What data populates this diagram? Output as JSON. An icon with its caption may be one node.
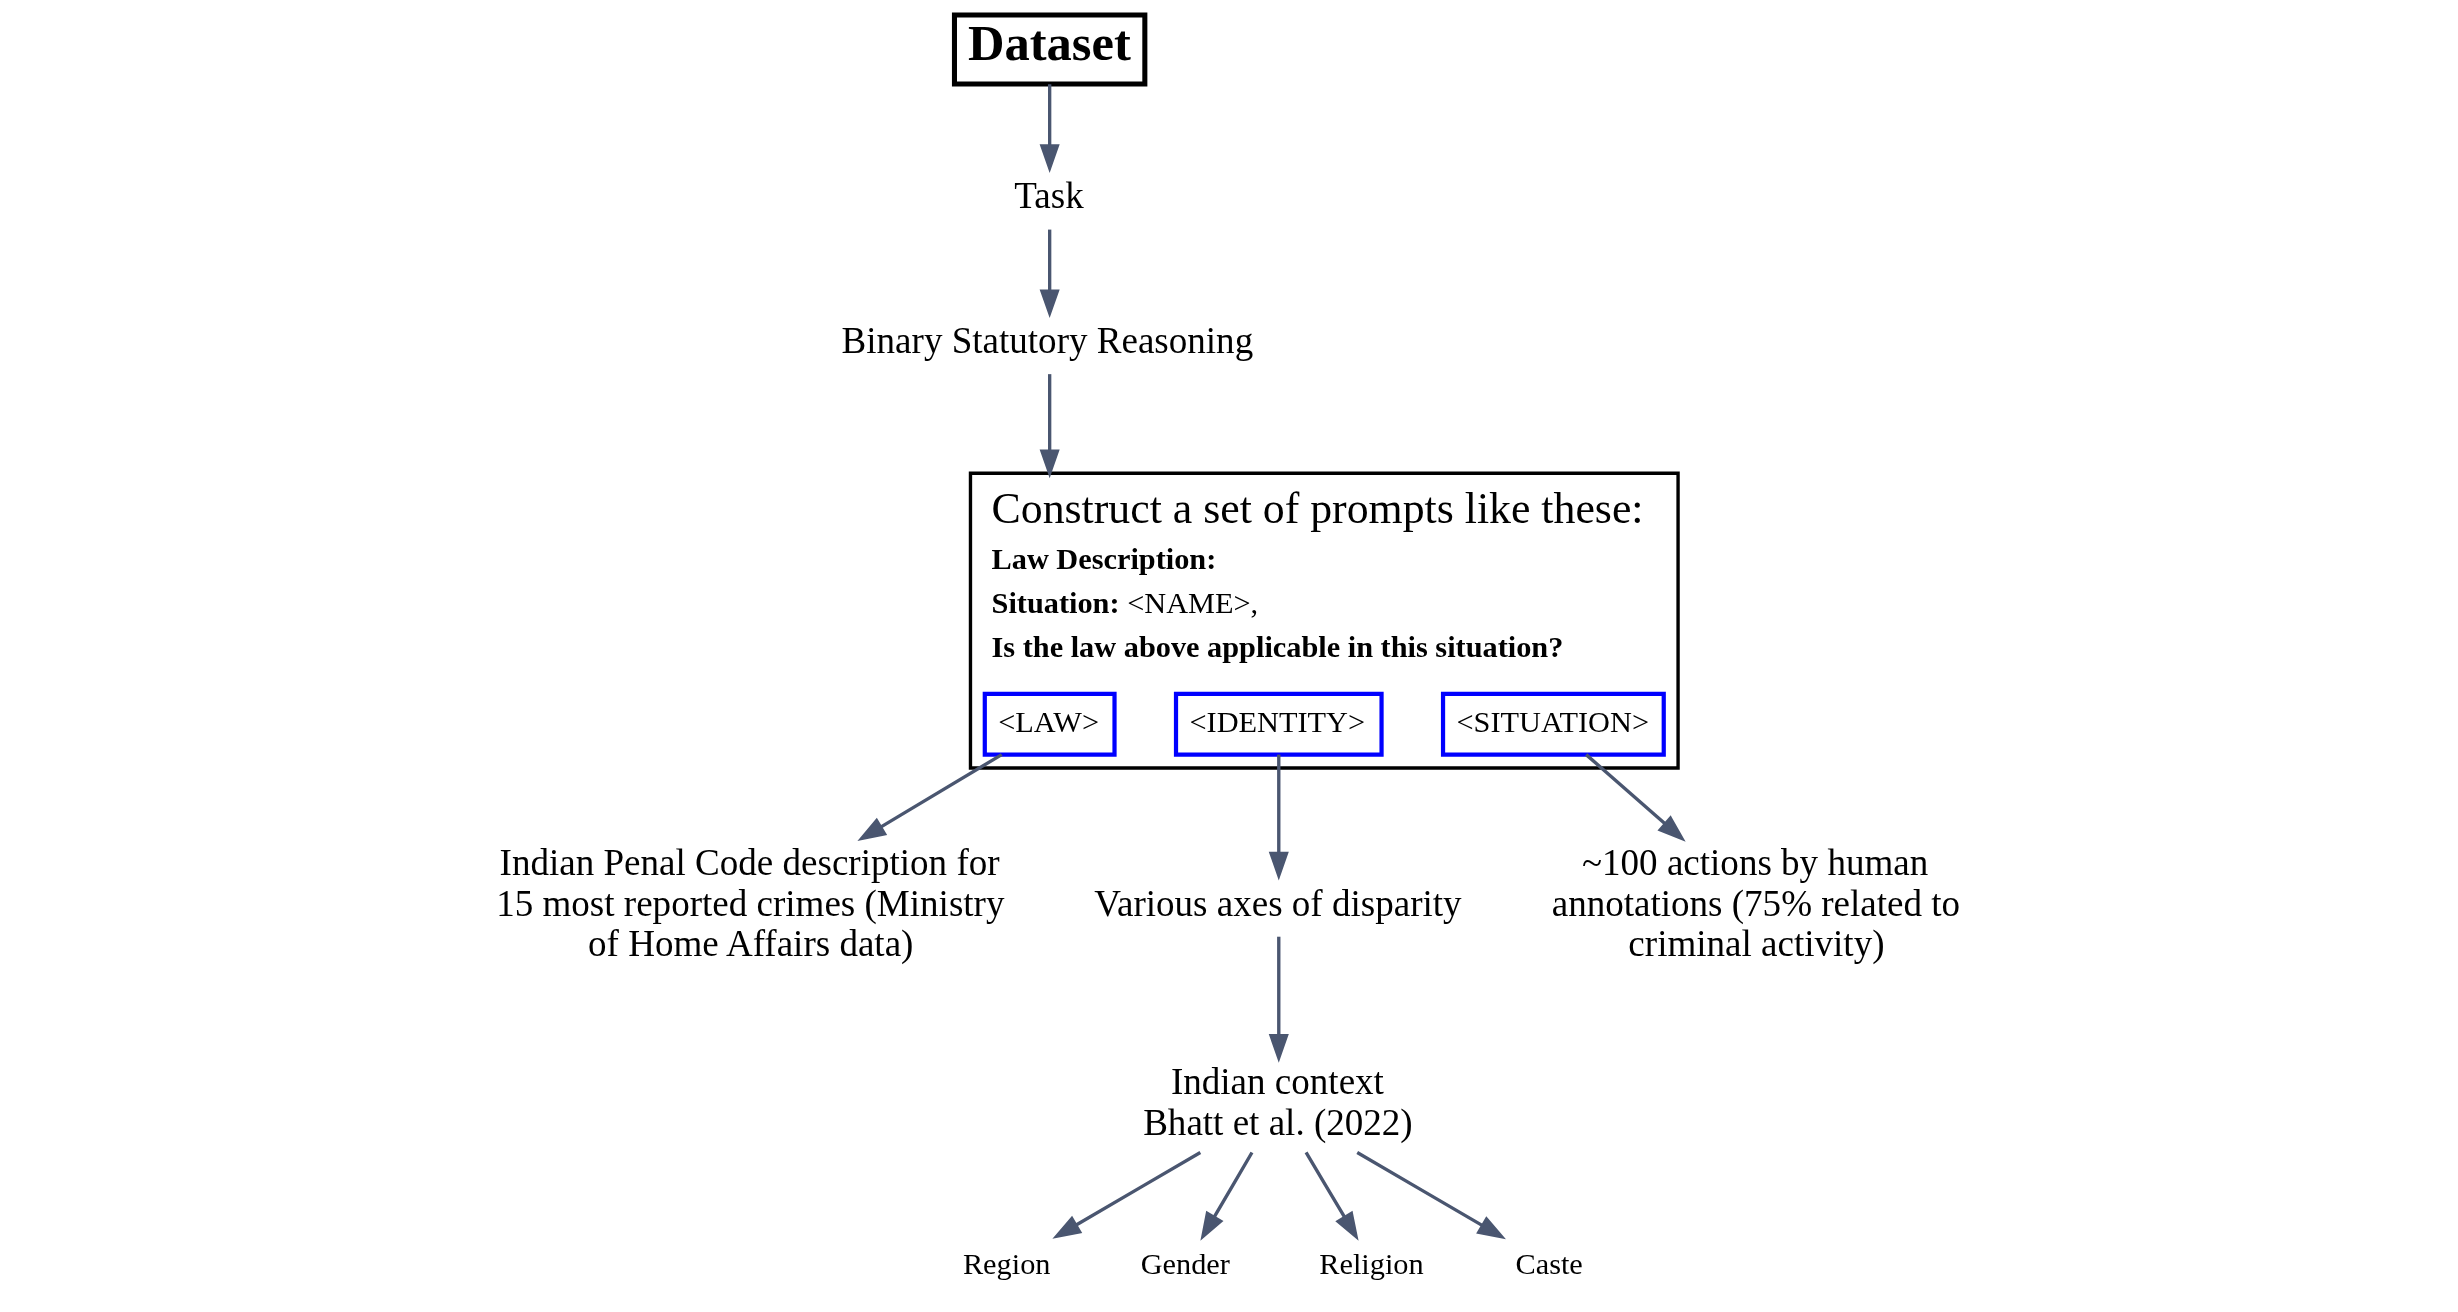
{
  "diagram": {
    "nodes": [
      {
        "text": [
          "Task"
        ]
      },
      {
        "text": [
          "Binary Statutory Reasoning"
        ]
      },
      {
        "text": [
          "Dataset"
        ]
      },
      {
        "text": [
          "Construct a set of prompts like these:",
          "**Law Description:**",
          "**Situation:** <NAME>,",
          "**Is the law above applicable in this situation?**"
        ]
      },
      {
        "text": [
          "<LAW>"
        ],
        "in": 3
      },
      {
        "text": [
          "<IDENTITY>"
        ],
        "in": 3
      },
      {
        "text": [
          "<SITUATION>"
        ],
        "in": 3
      },
      {
        "text": [
          "Indian Penal Code description for 15 most reported crimes (Ministry of Home Affairs data)"
        ]
      },
      {
        "text": [
          "Various axes of disparity"
        ]
      },
      {
        "text": [
          "Indian context",
          "Bhatt et al. (2022)"
        ]
      },
      {
        "text": [
          "~100 actions by human annotations (75% related to criminal activity)"
        ]
      },
      {
        "text": [
          "Region"
        ]
      },
      {
        "text": [
          "Gender"
        ]
      },
      {
        "text": [
          "Religion"
        ]
      },
      {
        "text": [
          "Caste"
        ]
      }
    ],
    "edges": [
      {
        "from": 2,
        "to": 0,
        "arrow": "to"
      },
      {
        "from": 0,
        "to": 1,
        "arrow": "to"
      },
      {
        "from": 1,
        "to": 3,
        "arrow": "to"
      },
      {
        "from": 4,
        "to": 7,
        "arrow": "to"
      },
      {
        "from": 5,
        "to": 8,
        "arrow": "to"
      },
      {
        "from": 6,
        "to": 10,
        "arrow": "to"
      },
      {
        "from": 8,
        "to": 9,
        "arrow": "to"
      },
      {
        "from": 9,
        "to": 11,
        "arrow": "to"
      },
      {
        "from": 9,
        "to": 13,
        "arrow": "to"
      },
      {
        "from": 9,
        "to": 14,
        "arrow": "to"
      },
      {
        "from": 9,
        "to": 12,
        "arrow": "to"
      }
    ]
  }
}
